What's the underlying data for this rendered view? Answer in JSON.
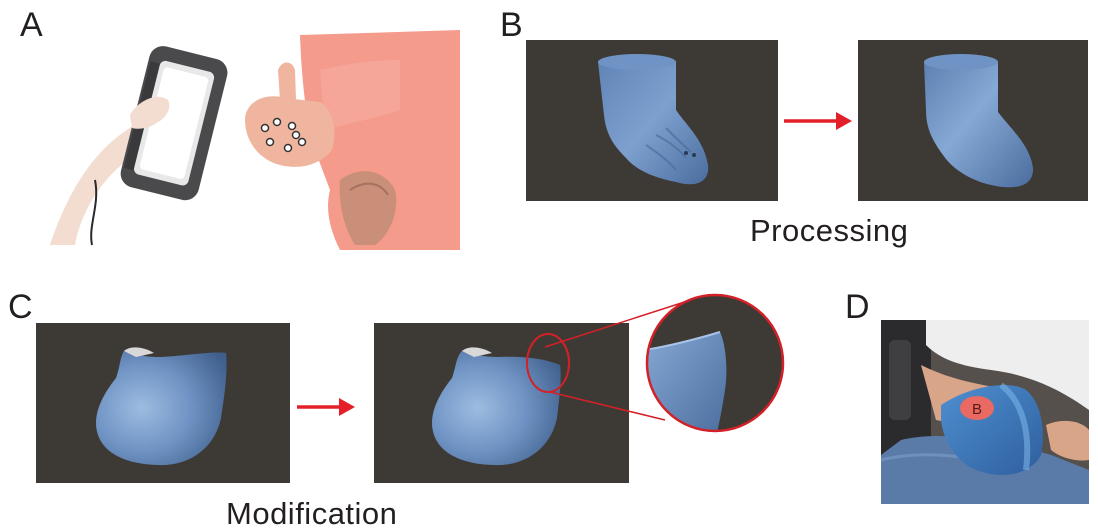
{
  "panels": {
    "a": {
      "letter": "A"
    },
    "b": {
      "letter": "B",
      "caption": "Processing"
    },
    "c": {
      "letter": "C",
      "caption": "Modification"
    },
    "d": {
      "letter": "D",
      "label_on_sock": "B"
    }
  },
  "colors": {
    "render_background": "#3d3a36",
    "residual_limb_model": "#6f93c4",
    "arrow": "#e3202a",
    "zoom_circle": "#d42027",
    "skin": "#f0b59e",
    "shirt": "#f49b8c",
    "scanner": "#4a4a4c"
  },
  "icons": {
    "arrow_b": "right-arrow-icon",
    "arrow_c": "right-arrow-icon"
  }
}
